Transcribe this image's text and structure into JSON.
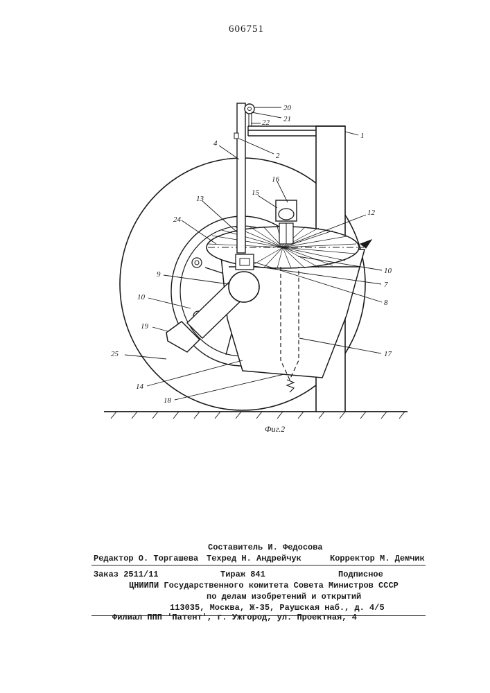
{
  "header": {
    "patent_number": "606751"
  },
  "figure": {
    "caption": "Фиг.2",
    "labels": {
      "l1": "1",
      "l2": "2",
      "l4": "4",
      "l7": "7",
      "l8": "8",
      "l9": "9",
      "l10a": "10",
      "l10b": "10",
      "l12": "12",
      "l13": "13",
      "l14": "14",
      "l15": "15",
      "l16": "16",
      "l17": "17",
      "l18": "18",
      "l19": "19",
      "l20": "20",
      "l21": "21",
      "l22": "22",
      "l24": "24",
      "l25": "25"
    }
  },
  "imprint": {
    "compiler": "Составитель И. Федосова",
    "editor": "Редактор О. Торгашева",
    "techred": "Техред Н. Андрейчук",
    "corrector": "Корректор М. Демчик",
    "order": "Заказ 2511/11",
    "circulation": "Тираж 841",
    "subscription": "Подписное",
    "org_line1": "ЦНИИПИ Государственного комитета Совета Министров СССР",
    "org_line2": "по делам изобретений и открытий",
    "address": "113035, Москва, Ж-35, Раушская наб., д. 4/5",
    "branch": "Филиал ППП 'Патент', г. Ужгород, ул. Проектная, 4"
  }
}
